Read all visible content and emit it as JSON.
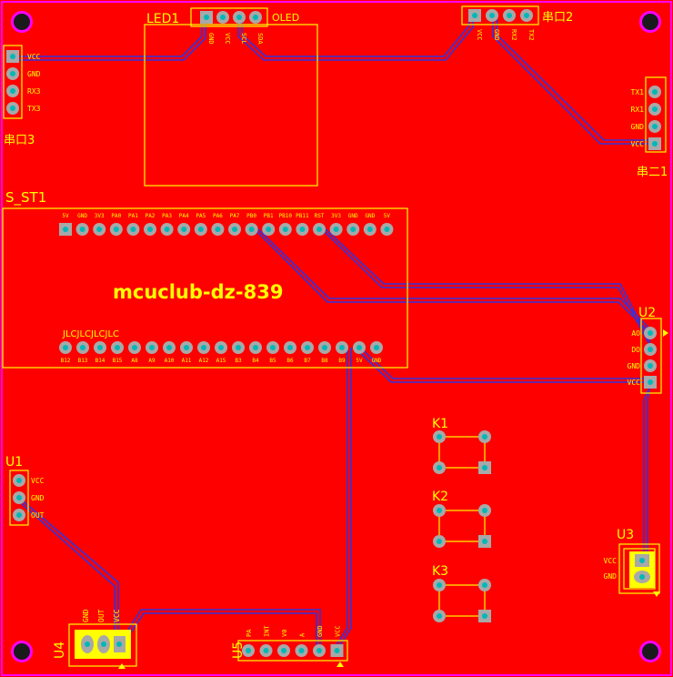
{
  "board": {
    "title": "mcuclub-dz-839",
    "jlc_mark": "JLCJLCJLCJLC",
    "colors": {
      "copper": "#ff0000",
      "silk": "#ffff00",
      "trace_blue": "#3333dd",
      "pad_ring": "#a8a8a8",
      "pad_hole": "#00b8b8",
      "edge": "#ff00ff",
      "hole": "#1a1a1a"
    }
  },
  "components": {
    "led1": {
      "ref": "LED1",
      "name": "OLED",
      "pins": [
        "GND",
        "VCC",
        "SCL",
        "SDA"
      ]
    },
    "uart2": {
      "ref": "串口2",
      "pins": [
        "VCC",
        "GND",
        "RX2",
        "TX2"
      ]
    },
    "uart3": {
      "ref": "串口3",
      "pins": [
        "VCC",
        "GND",
        "RX3",
        "TX3"
      ]
    },
    "uart1": {
      "ref": "串二1",
      "pins": [
        "TX1",
        "RX1",
        "GND",
        "VCC"
      ]
    },
    "s_st1": {
      "ref": "S_ST1",
      "top_pins": [
        "5V",
        "GND",
        "3V3",
        "PA0",
        "PA1",
        "PA2",
        "PA3",
        "PA4",
        "PA5",
        "PA6",
        "PA7",
        "PB0",
        "PB1",
        "PB10",
        "PB11",
        "RST",
        "3V3",
        "GND",
        "GND",
        "5V"
      ],
      "bottom_pins": [
        "B12",
        "B13",
        "B14",
        "B15",
        "A8",
        "A9",
        "A10",
        "A11",
        "A12",
        "A15",
        "B3",
        "B4",
        "B5",
        "B6",
        "B7",
        "B8",
        "B9",
        "5V",
        "GND"
      ]
    },
    "u1": {
      "ref": "U1",
      "pins": [
        "VCC",
        "GND",
        "OUT"
      ]
    },
    "u2": {
      "ref": "U2",
      "pins": [
        "AO",
        "DO",
        "GND",
        "VCC"
      ]
    },
    "u3": {
      "ref": "U3",
      "pins": [
        "VCC",
        "GND"
      ]
    },
    "u4": {
      "ref": "U4",
      "pins": [
        "GND",
        "OUT",
        "VCC"
      ]
    },
    "u5": {
      "ref": "U5",
      "pins": [
        "PA",
        "INT",
        "V0",
        "A",
        "GND",
        "VCC"
      ]
    },
    "k1": {
      "ref": "K1"
    },
    "k2": {
      "ref": "K2"
    },
    "k3": {
      "ref": "K3"
    }
  }
}
